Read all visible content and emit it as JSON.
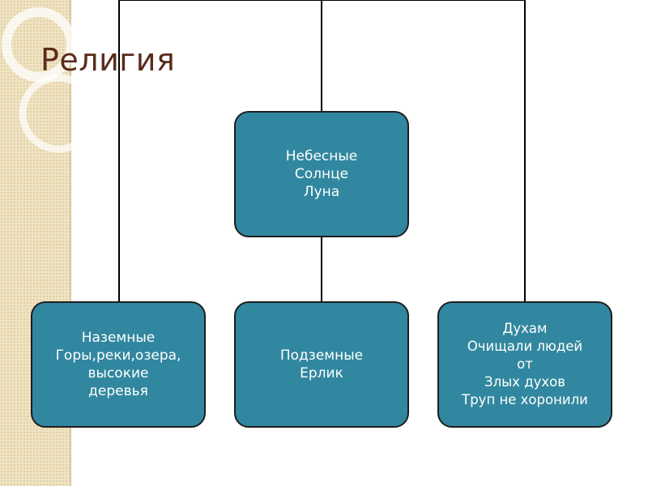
{
  "title": "Религия",
  "nodes": {
    "top": {
      "lines": [
        "Небесные",
        "Солнце",
        "Луна"
      ]
    },
    "left": {
      "lines": [
        "Наземные",
        "Горы,реки,озера,",
        "высокие",
        "деревья"
      ]
    },
    "center": {
      "lines": [
        "Подземные",
        "Ерлик"
      ]
    },
    "right": {
      "lines": [
        "Духам",
        "Очищали людей",
        "от",
        "Злых духов",
        "Труп не хоронили"
      ]
    }
  },
  "colors": {
    "node_fill": "#31879f",
    "node_border": "#1e1e1e",
    "title": "#5a2b1c",
    "side_strip": "#efe3c2"
  }
}
